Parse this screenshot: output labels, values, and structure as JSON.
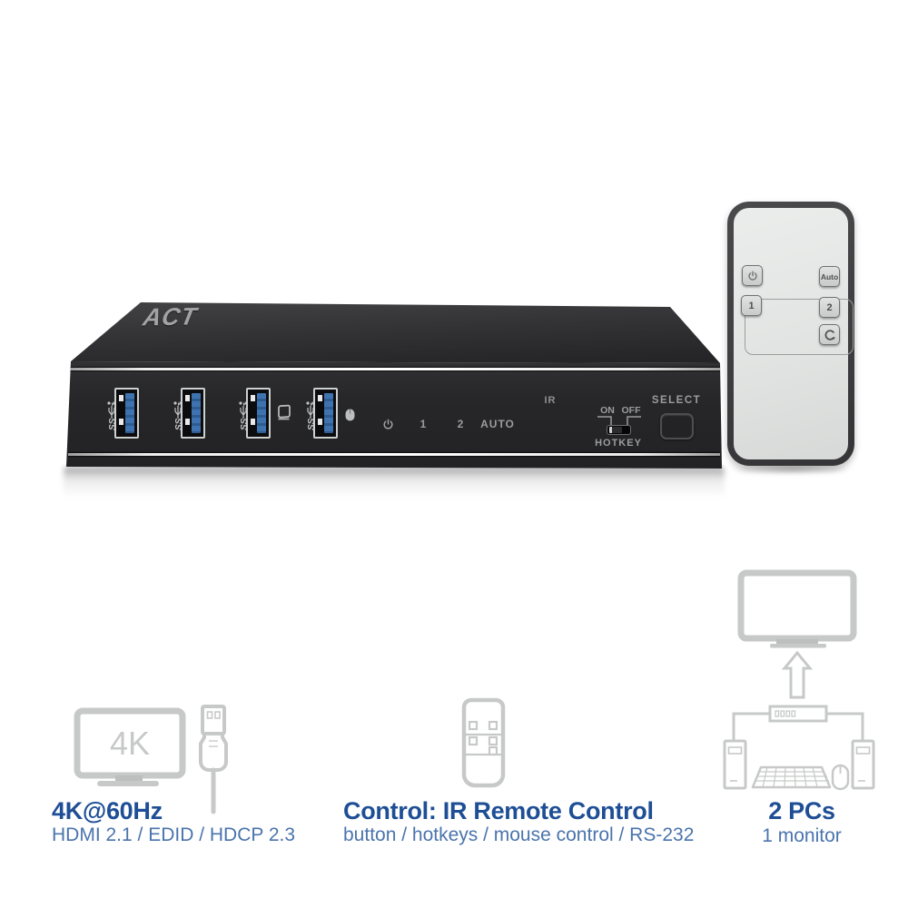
{
  "device": {
    "logo": "ACT",
    "front_panel": {
      "ss_label": "SS",
      "usb_port_count": 4,
      "usb_ports": [
        {
          "type": "usb3-port"
        },
        {
          "type": "usb3-port"
        },
        {
          "type": "usb3-port",
          "assigned": "keyboard"
        },
        {
          "type": "usb3-port",
          "assigned": "mouse"
        }
      ],
      "indicators": {
        "power_icon": "power-symbol",
        "labels": [
          "1",
          "2",
          "AUTO"
        ]
      },
      "ir_label": "IR",
      "hotkey_switch": {
        "on": "ON",
        "off": "OFF",
        "label": "HOTKEY",
        "position": "ON"
      },
      "select_label": "SELECT"
    }
  },
  "remote": {
    "buttons": {
      "power_icon": "power-symbol",
      "auto": "Auto",
      "input1": "1",
      "input2": "2",
      "cycle_icon": "rotate-clockwise-symbol"
    }
  },
  "features": {
    "resolution": {
      "title": "4K@60Hz",
      "subtitle": "HDMI 2.1 / EDID / HDCP 2.3",
      "monitor_label": "4K",
      "icons": [
        "4k-monitor-icon",
        "usb-cable-icon"
      ]
    },
    "control": {
      "title": "Control: IR Remote Control",
      "subtitle": "button / hotkeys / mouse control / RS-232",
      "icons": [
        "ir-remote-icon"
      ]
    },
    "setup": {
      "title": "2 PCs",
      "subtitle": "1 monitor",
      "icons": [
        "kvm-setup-diagram"
      ]
    }
  },
  "colors": {
    "title_blue": "#1e4e95",
    "subtitle_blue": "#4a74ad",
    "icon_gray": "#c7c9c8",
    "usb_blue": "#3f73b0",
    "device_body": "#272729"
  }
}
